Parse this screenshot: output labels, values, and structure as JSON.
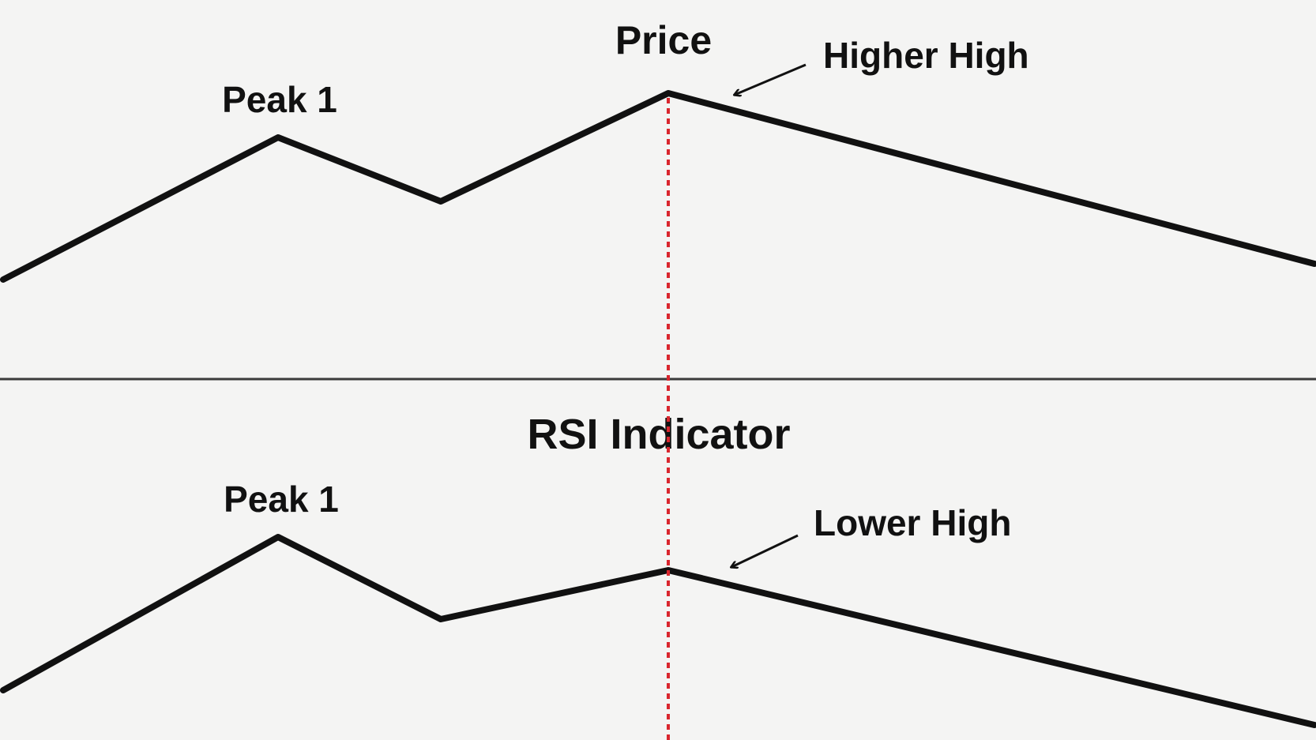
{
  "price_panel": {
    "title": "Price",
    "peak_label": "Peak 1",
    "annotation": "Higher High"
  },
  "rsi_panel": {
    "title": "RSI Indicator",
    "peak_label": "Peak 1",
    "annotation": "Lower High"
  },
  "colors": {
    "background": "#f4f4f3",
    "line": "#111111",
    "divider": "#3a3a3a",
    "marker": "#d9262e"
  }
}
